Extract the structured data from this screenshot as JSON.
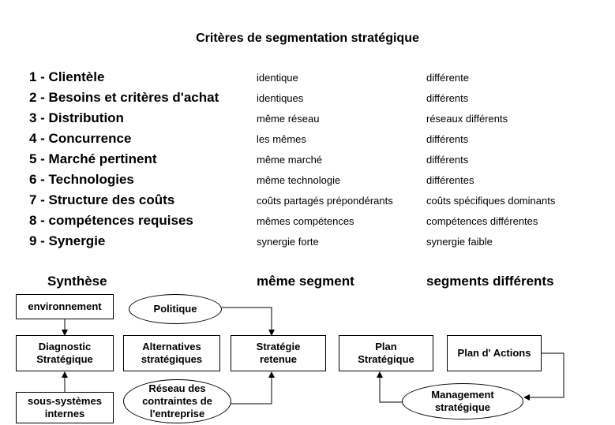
{
  "title": "Critères de segmentation stratégique",
  "criteria": [
    {
      "label": "1 - Clientèle",
      "same": "identique",
      "different": "différente"
    },
    {
      "label": "2 - Besoins et critères d'achat",
      "same": "identiques",
      "different": "différents"
    },
    {
      "label": "3 - Distribution",
      "same": "même réseau",
      "different": "réseaux différents"
    },
    {
      "label": "4 - Concurrence",
      "same": "les mêmes",
      "different": "différents"
    },
    {
      "label": "5 - Marché pertinent",
      "same": "même marché",
      "different": "différents"
    },
    {
      "label": "6 - Technologies",
      "same": "même technologie",
      "different": "différentes"
    },
    {
      "label": "7 - Structure des coûts",
      "same": "coûts partagés prépondérants",
      "different": "coûts spécifiques dominants"
    },
    {
      "label": "8 - compétences requises",
      "same": "mêmes compétences",
      "different": "compétences différentes"
    },
    {
      "label": "9 - Synergie",
      "same": "synergie forte",
      "different": "synergie faible"
    }
  ],
  "synthesis": {
    "label": "Synthèse",
    "same": "même segment",
    "different": "segments différents"
  },
  "diagram": {
    "environnement": "environnement",
    "politique": "Politique",
    "diagnostic": "Diagnostic\nStratégique",
    "alternatives": "Alternatives\nstratégiques",
    "strategie": "Stratégie\nretenue",
    "plan": "Plan\nStratégique",
    "plan_actions": "Plan d' Actions",
    "sous_systemes": "sous-systèmes\ninternes",
    "reseau": "Réseau des\ncontraintes de\nl'entreprise",
    "management": "Management\nstratégique"
  }
}
